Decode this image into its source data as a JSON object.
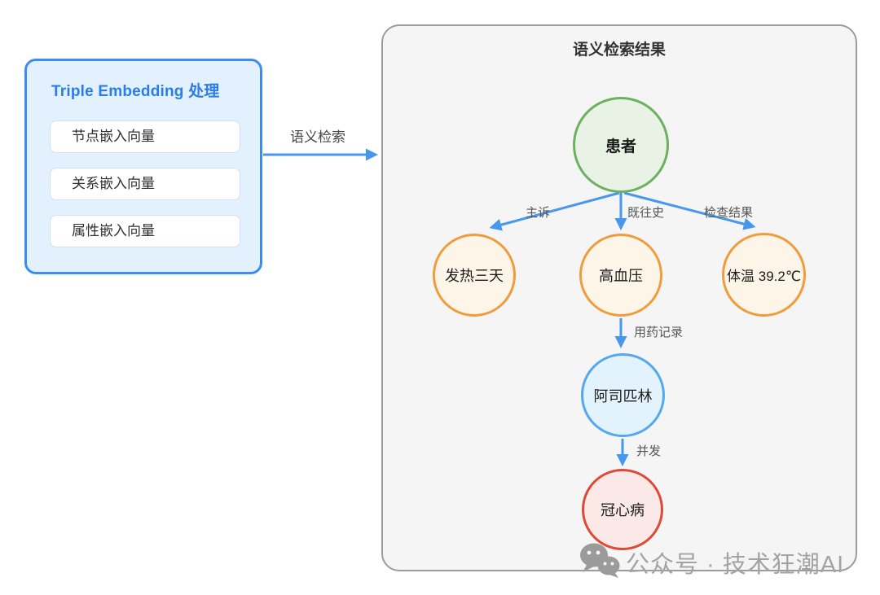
{
  "colors": {
    "arrow_blue": "#4797ec",
    "left_box_bg": "#e3f0fd",
    "left_box_border": "#3c8df0",
    "left_title_blue": "#2a7de8",
    "panel_bg": "#f5f5f5",
    "panel_border": "#9c9c9c",
    "node_green_border": "#6cb15f",
    "node_green_fill": "#e9f3e5",
    "node_orange_border": "#f09b3c",
    "node_orange_fill": "#fdf6e8",
    "node_blue_border": "#54a8f0",
    "node_blue_fill": "#e3f3fd",
    "node_red_border": "#dd4b38",
    "node_red_fill": "#fbe9e7",
    "watermark_gray": "#a3a3a3"
  },
  "left_panel": {
    "title": "Triple Embedding 处理",
    "items": [
      {
        "label": "节点嵌入向量"
      },
      {
        "label": "关系嵌入向量"
      },
      {
        "label": "属性嵌入向量"
      }
    ]
  },
  "connector": {
    "label": "语义检索"
  },
  "result_panel": {
    "title": "语义检索结果",
    "nodes": [
      {
        "id": "patient",
        "label": "患者",
        "type": "green"
      },
      {
        "id": "fever",
        "label": "发热三天",
        "type": "orange"
      },
      {
        "id": "hypertension",
        "label": "高血压",
        "type": "orange"
      },
      {
        "id": "temperature",
        "label": "体温 39.2℃",
        "type": "orange"
      },
      {
        "id": "aspirin",
        "label": "阿司匹林",
        "type": "blue"
      },
      {
        "id": "chd",
        "label": "冠心病",
        "type": "red"
      }
    ],
    "edges": [
      {
        "from": "patient",
        "to": "fever",
        "label": "主诉"
      },
      {
        "from": "patient",
        "to": "hypertension",
        "label": "既往史"
      },
      {
        "from": "patient",
        "to": "temperature",
        "label": "检查结果"
      },
      {
        "from": "hypertension",
        "to": "aspirin",
        "label": "用药记录"
      },
      {
        "from": "aspirin",
        "to": "chd",
        "label": "并发"
      }
    ]
  },
  "watermark": {
    "icon": "wechat-icon",
    "text": "公众号 · 技术狂潮AI"
  }
}
